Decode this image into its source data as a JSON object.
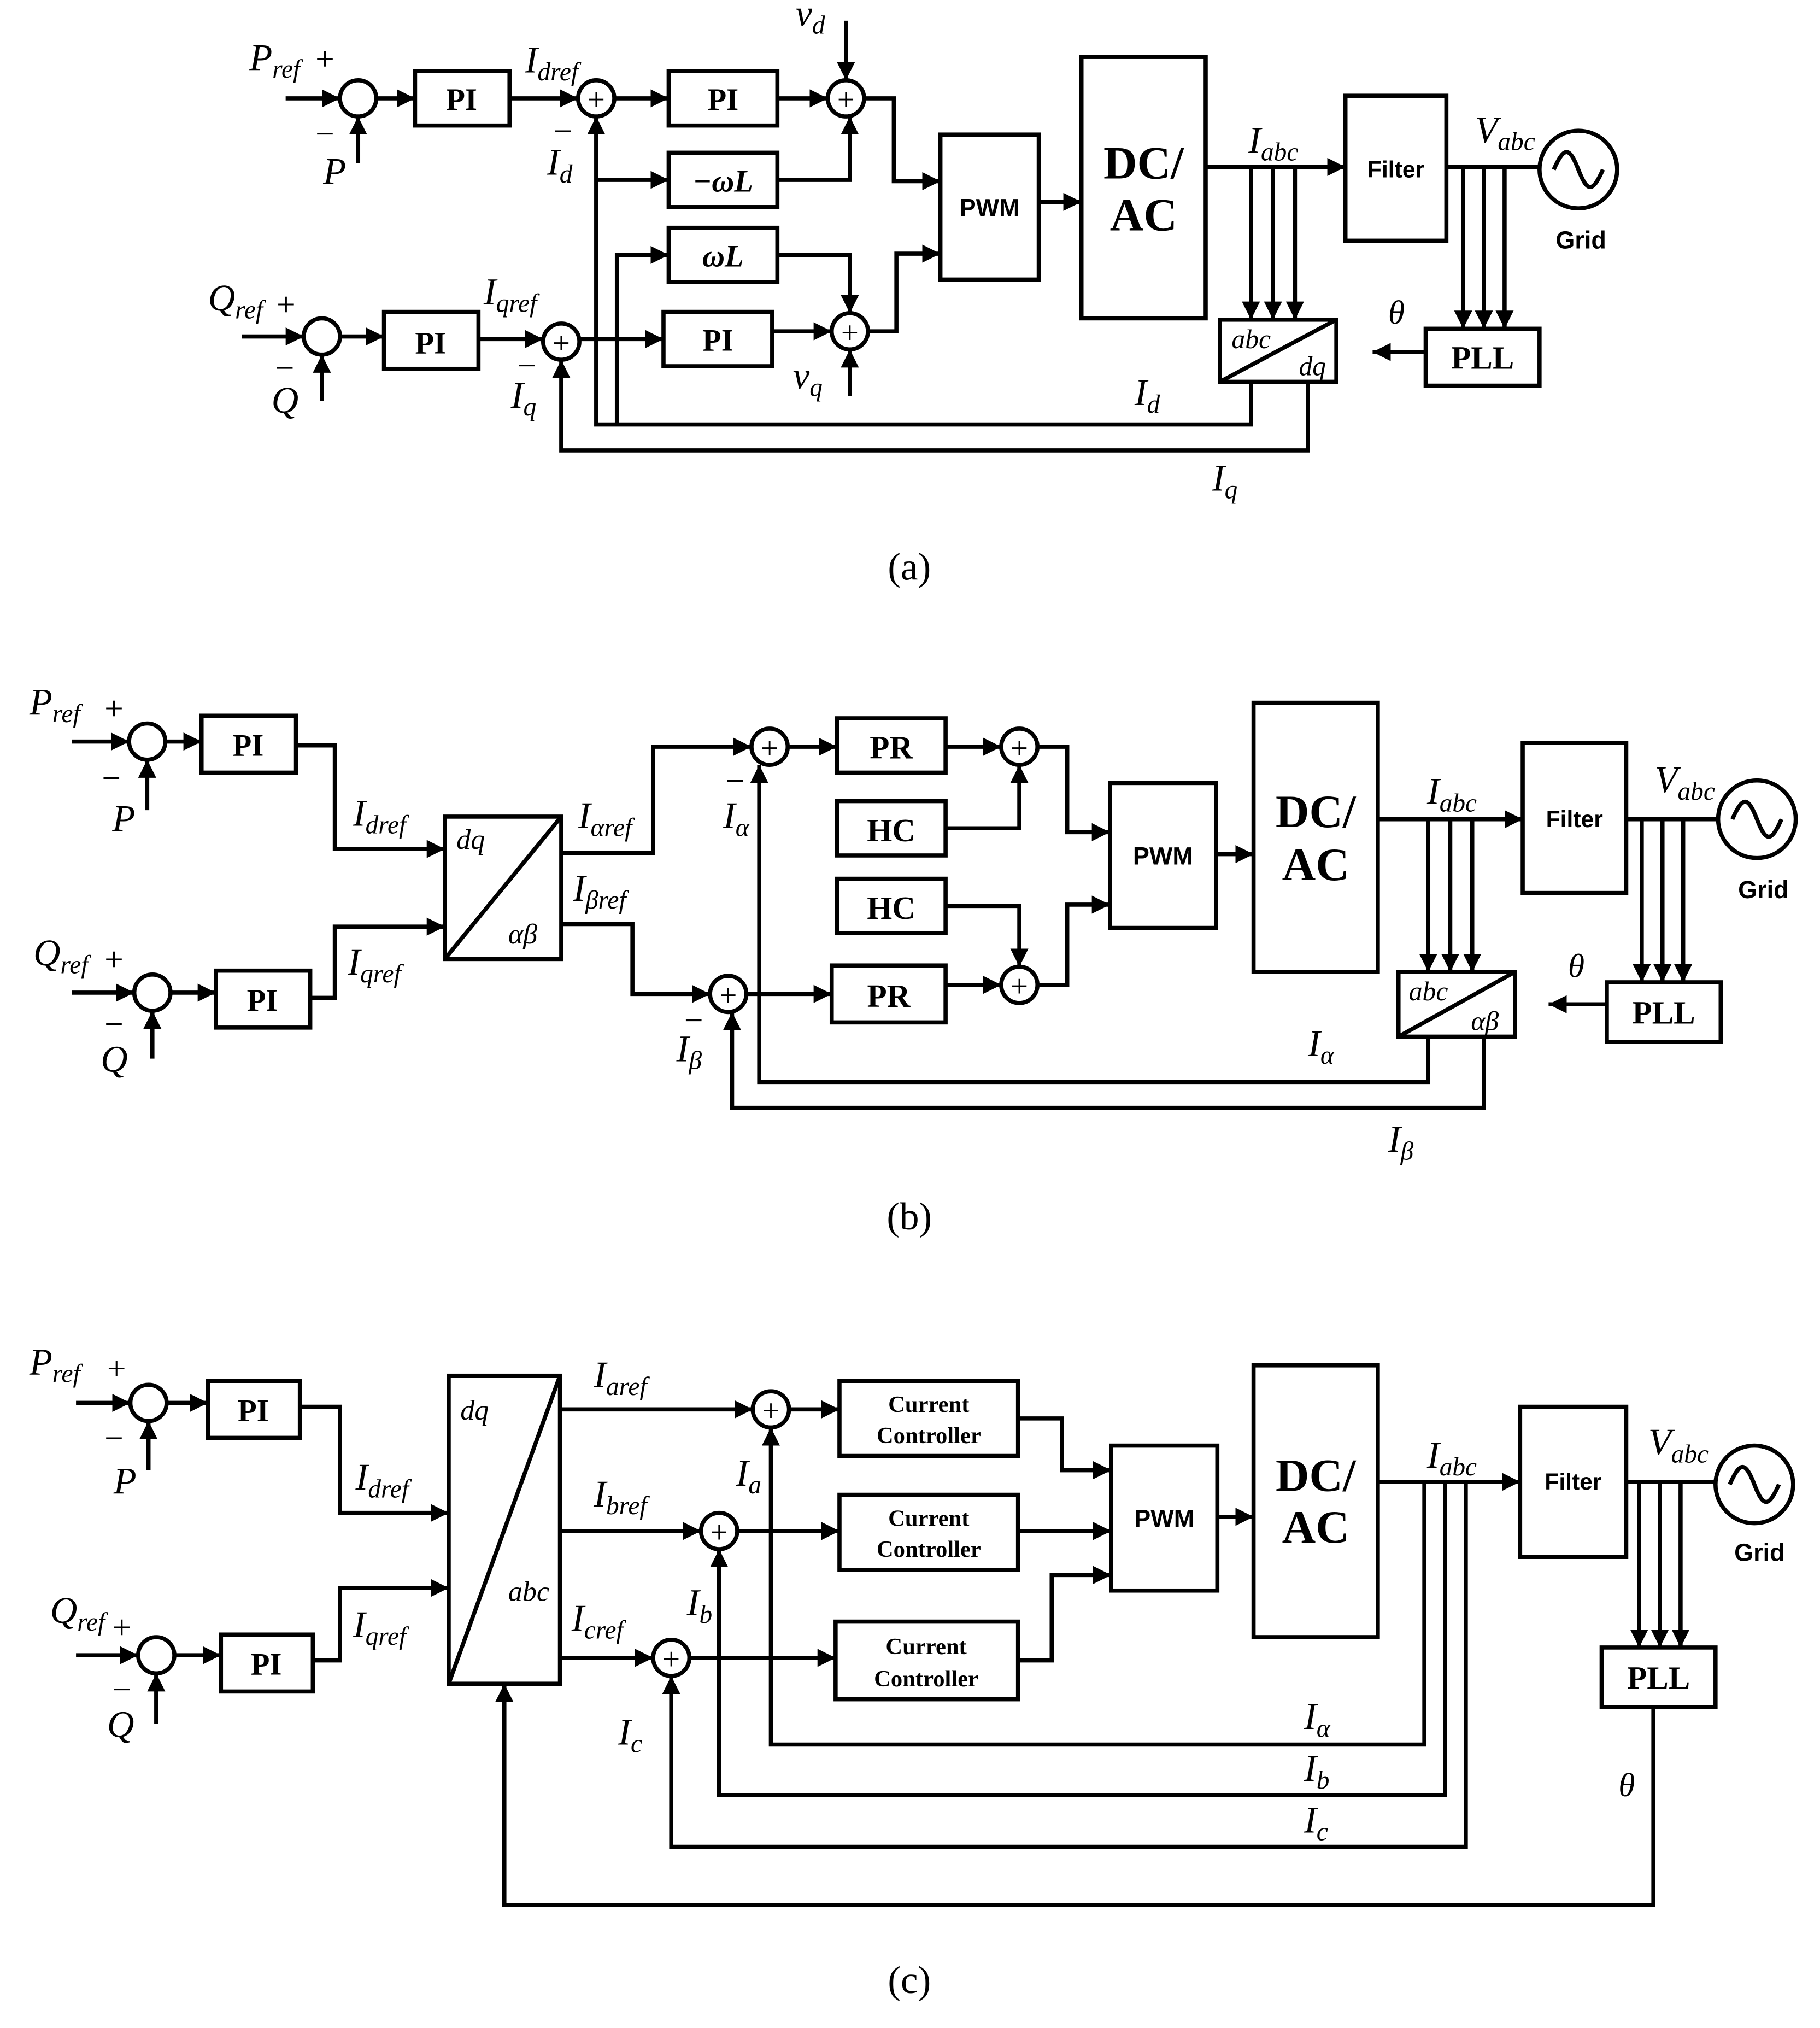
{
  "captions": {
    "a": "(a)",
    "b": "(b)",
    "c": "(c)"
  },
  "a": {
    "p_ref": "P",
    "p_ref_sub": "ref",
    "p": "P",
    "q_ref": "Q",
    "q_ref_sub": "ref",
    "q": "Q",
    "plus": "+",
    "minus": "−",
    "pi": "PI",
    "neg_omega_l": "−ωL",
    "omega_l": "ωL",
    "v_d": "v",
    "v_d_sub": "d",
    "v_q": "v",
    "v_q_sub": "q",
    "i_dref": "I",
    "i_dref_sub": "dref",
    "i_qref": "I",
    "i_qref_sub": "qref",
    "i_d": "I",
    "i_d_sub": "d",
    "i_q": "I",
    "i_q_sub": "q",
    "pwm": "PWM",
    "dcac_1": "DC/",
    "dcac_2": "AC",
    "i_abc": "I",
    "i_abc_sub": "abc",
    "v_abc": "V",
    "v_abc_sub": "abc",
    "filter": "Filter",
    "grid": "Grid",
    "pll": "PLL",
    "theta": "θ",
    "tr_in": "abc",
    "tr_out": "dq"
  },
  "b": {
    "p_ref": "P",
    "p_ref_sub": "ref",
    "p": "P",
    "q_ref": "Q",
    "q_ref_sub": "ref",
    "q": "Q",
    "plus": "+",
    "minus": "−",
    "pi": "PI",
    "pr": "PR",
    "hc": "HC",
    "tr1_in": "dq",
    "tr1_out": "αβ",
    "i_dref": "I",
    "i_dref_sub": "dref",
    "i_qref": "I",
    "i_qref_sub": "qref",
    "i_aref": "I",
    "i_aref_sub": "αref",
    "i_bref": "I",
    "i_bref_sub": "βref",
    "i_alpha": "I",
    "i_alpha_sub": "α",
    "i_beta": "I",
    "i_beta_sub": "β",
    "pwm": "PWM",
    "dcac_1": "DC/",
    "dcac_2": "AC",
    "i_abc": "I",
    "i_abc_sub": "abc",
    "v_abc": "V",
    "v_abc_sub": "abc",
    "filter": "Filter",
    "grid": "Grid",
    "pll": "PLL",
    "theta": "θ",
    "tr2_in": "abc",
    "tr2_out": "αβ"
  },
  "c": {
    "p_ref": "P",
    "p_ref_sub": "ref",
    "p": "P",
    "q_ref": "Q",
    "q_ref_sub": "ref",
    "q": "Q",
    "plus": "+",
    "minus": "−",
    "pi": "PI",
    "tr_in": "dq",
    "tr_out": "abc",
    "i_dref": "I",
    "i_dref_sub": "dref",
    "i_qref": "I",
    "i_qref_sub": "qref",
    "i_aref": "I",
    "i_aref_sub": "aref",
    "i_bref": "I",
    "i_bref_sub": "bref",
    "i_cref": "I",
    "i_cref_sub": "cref",
    "i_a": "I",
    "i_a_sub": "a",
    "i_b": "I",
    "i_b_sub": "b",
    "i_c": "I",
    "i_c_sub": "c",
    "cc_1": "Current",
    "cc_2": "Controller",
    "pwm": "PWM",
    "dcac_1": "DC/",
    "dcac_2": "AC",
    "i_abc": "I",
    "i_abc_sub": "abc",
    "v_abc": "V",
    "v_abc_sub": "abc",
    "filter": "Filter",
    "grid": "Grid",
    "pll": "PLL",
    "theta": "θ",
    "fb_alpha": "I",
    "fb_alpha_sub": "α",
    "fb_b": "I",
    "fb_b_sub": "b",
    "fb_c": "I",
    "fb_c_sub": "c"
  }
}
